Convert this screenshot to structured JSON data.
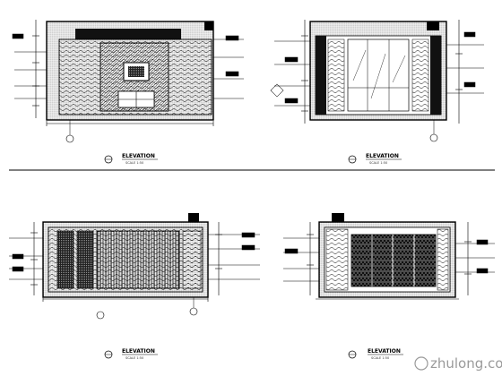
{
  "sheet": {
    "separator": true,
    "elevations": [
      {
        "title": "ELEVATION",
        "scale_note": "SCALE 1:50"
      },
      {
        "title": "ELEVATION",
        "scale_note": "SCALE 1:50"
      },
      {
        "title": "ELEVATION",
        "scale_note": "SCALE 1:50"
      },
      {
        "title": "ELEVATION",
        "scale_note": "SCALE 1:50"
      }
    ]
  },
  "watermark": {
    "text": "zhulong.com"
  },
  "colors": {
    "ink": "#000000",
    "paper": "#ffffff",
    "watermark": "#9a9a9a"
  }
}
